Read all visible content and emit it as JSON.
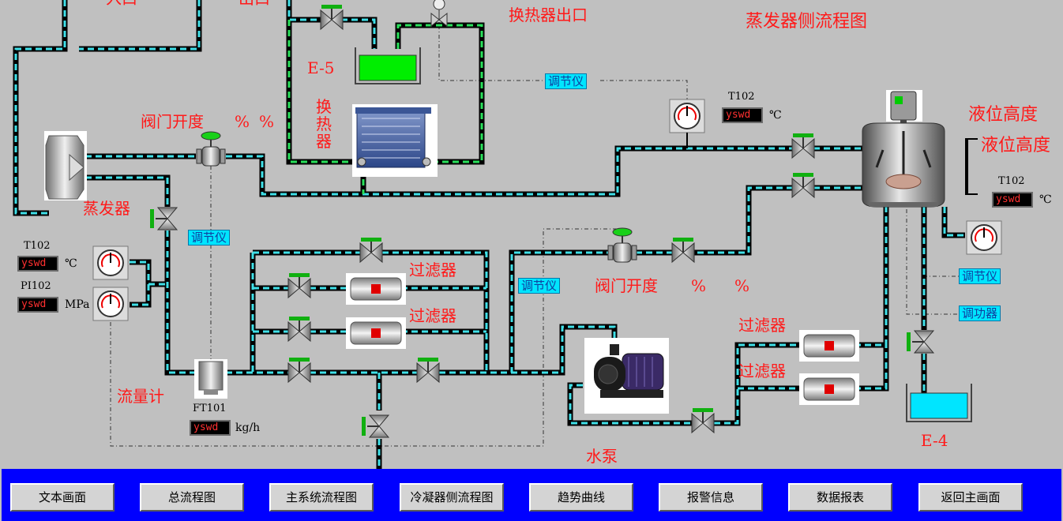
{
  "title": "蒸发器侧流程图",
  "top_labels": {
    "inlet": "入口",
    "outlet": "出口",
    "hx_outlet": "换热器出口"
  },
  "equipment": {
    "e5": "E-5",
    "heat_exchanger": "换热器",
    "evaporator": "蒸发器",
    "flowmeter": "流量计",
    "filter": "过滤器",
    "pump": "水泵",
    "e4": "E-4",
    "level_1": "液位高度",
    "level_2": "液位高度"
  },
  "valve_opening": {
    "label": "阀门开度",
    "unit_1": "%",
    "unit_2": "%"
  },
  "controller_label": "调节仪",
  "power_regulator_label": "调功器",
  "instruments": {
    "t102_left": {
      "tag": "T102",
      "value": "yswd",
      "unit": "℃"
    },
    "pi102": {
      "tag": "PI102",
      "value": "yswd",
      "unit": "MPa"
    },
    "ft101": {
      "tag": "FT101",
      "value": "yswd",
      "unit": "kg/h"
    },
    "t102_top": {
      "tag": "T102",
      "value": "yswd",
      "unit": "℃"
    },
    "t102_right": {
      "tag": "T102",
      "value": "yswd",
      "unit": "℃"
    }
  },
  "nav": [
    {
      "label": "文本画面"
    },
    {
      "label": "总流程图"
    },
    {
      "label": "主系统流程图"
    },
    {
      "label": "冷凝器侧流程图"
    },
    {
      "label": "趋势曲线"
    },
    {
      "label": "报警信息"
    },
    {
      "label": "数据报表"
    },
    {
      "label": "返回主画面"
    }
  ],
  "colors": {
    "pipe_flow": "#40e0e8",
    "pipe_outline": "#000000",
    "label_red": "#ff1a1a",
    "controller_bg": "#00e5ff",
    "nav_bar": "#0000ff",
    "tank_liquid_green": "#00ee00",
    "tank_liquid_cyan": "#00e5ff"
  }
}
